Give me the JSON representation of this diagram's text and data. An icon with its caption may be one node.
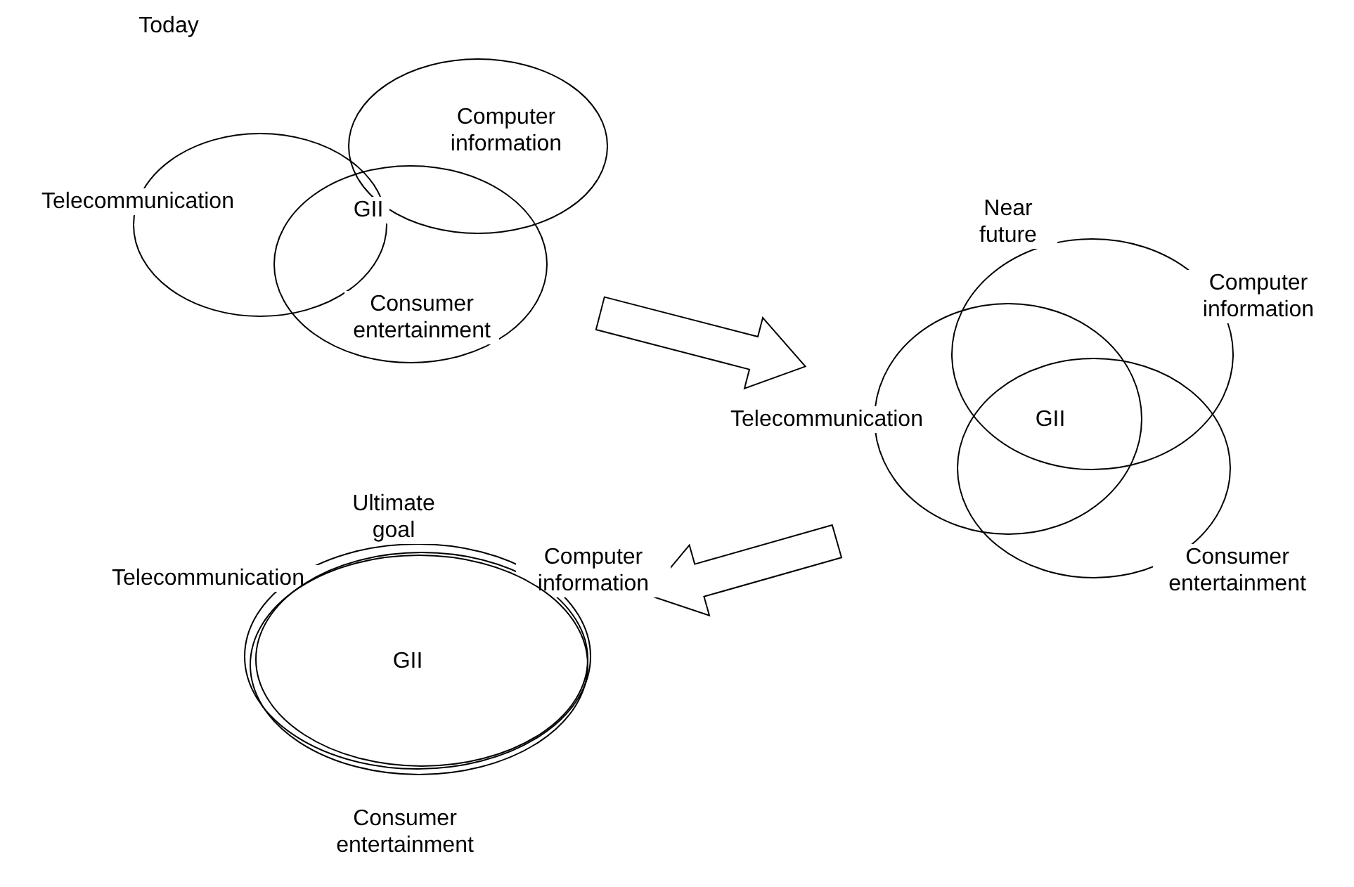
{
  "diagram": {
    "nodes": [
      {
        "text": [
          "Telecommunication"
        ]
      },
      {
        "text": [
          "Computer information"
        ]
      },
      {
        "text": [
          "Consumer entertainment"
        ]
      },
      {
        "text": [
          "Telecommunication"
        ]
      },
      {
        "text": [
          "Computer information"
        ]
      },
      {
        "text": [
          "Consumer entertainment"
        ]
      },
      {
        "text": [
          "Telecommunication"
        ]
      },
      {
        "text": [
          "Computer information"
        ]
      },
      {
        "text": [
          "Consumer entertainment"
        ]
      }
    ],
    "edges": [
      {
        "from": 2,
        "to": 3,
        "arrow": "to"
      },
      {
        "from": 5,
        "to": 7,
        "arrow": "to"
      }
    ],
    "labels": [
      "Today",
      "GII",
      "Near future",
      "GII",
      "Ultimate goal",
      "GII"
    ]
  }
}
